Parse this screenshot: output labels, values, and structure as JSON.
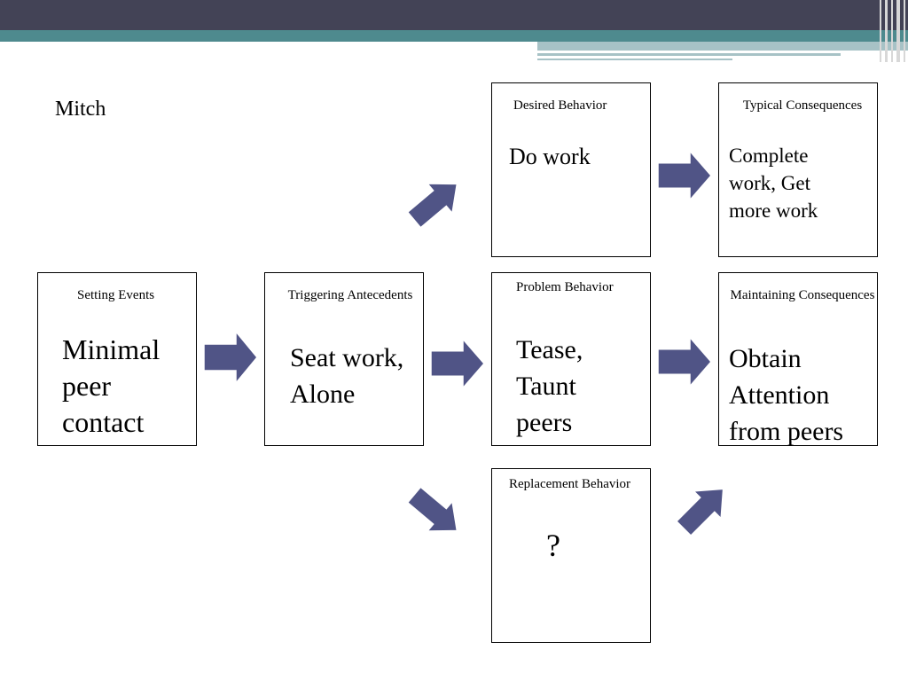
{
  "slide": {
    "title": "Mitch"
  },
  "boxes": {
    "setting_events": {
      "label": "Setting Events",
      "content": "Minimal peer contact"
    },
    "triggering_antecedents": {
      "label": "Triggering Antecedents",
      "content": "Seat work, Alone"
    },
    "desired_behavior": {
      "label": "Desired Behavior",
      "content": "Do work"
    },
    "problem_behavior": {
      "label": "Problem Behavior",
      "content": "Tease, Taunt peers"
    },
    "replacement_behavior": {
      "label": "Replacement Behavior",
      "content": "?"
    },
    "typical_consequences": {
      "label": "Typical Consequences",
      "content": "Complete work, Get more work"
    },
    "maintaining_consequences": {
      "label": "Maintaining Consequences",
      "content": "Obtain Attention from peers"
    }
  },
  "colors": {
    "header_dark": "#434356",
    "header_teal": "#4e8a8e",
    "header_light": "#a7c2c6",
    "arrow_fill": "#505486"
  },
  "icons": {
    "arrow": "block-arrow-icon"
  }
}
